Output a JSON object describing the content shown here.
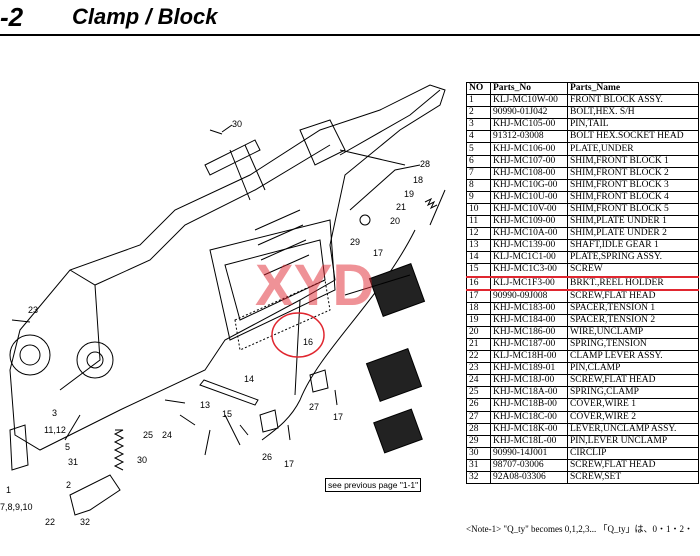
{
  "header": {
    "section_number": "-2",
    "title": "Clamp / Block"
  },
  "diagram": {
    "callouts": [
      "30",
      "28",
      "18",
      "19",
      "20",
      "21",
      "29",
      "17",
      "23",
      "16",
      "14",
      "13",
      "15",
      "3",
      "11,12",
      "5",
      "31",
      "25",
      "24",
      "30",
      "27",
      "17",
      "26",
      "17",
      "1",
      "7,8,9,10",
      "22",
      "32",
      "2"
    ],
    "see_previous_label": "see previous page \"1-1\"",
    "watermark": "XYD"
  },
  "table": {
    "columns": [
      "NO",
      "Parts_No",
      "Parts_Name"
    ],
    "rows": [
      [
        "1",
        "KLJ-MC10W-00",
        "FRONT BLOCK ASSY."
      ],
      [
        "2",
        "90990-01J042",
        "BOLT,HEX. S/H"
      ],
      [
        "3",
        "KHJ-MC105-00",
        "PIN,TAIL"
      ],
      [
        "4",
        "91312-03008",
        "BOLT HEX.SOCKET HEAD"
      ],
      [
        "5",
        "KHJ-MC106-00",
        "PLATE,UNDER"
      ],
      [
        "6",
        "KHJ-MC107-00",
        "SHIM,FRONT BLOCK 1"
      ],
      [
        "7",
        "KHJ-MC108-00",
        "SHIM,FRONT BLOCK 2"
      ],
      [
        "8",
        "KHJ-MC10G-00",
        "SHIM,FRONT BLOCK 3"
      ],
      [
        "9",
        "KHJ-MC10U-00",
        "SHIM,FRONT BLOCK 4"
      ],
      [
        "10",
        "KHJ-MC10V-00",
        "SHIM,FRONT BLOCK 5"
      ],
      [
        "11",
        "KHJ-MC109-00",
        "SHIM,PLATE UNDER 1"
      ],
      [
        "12",
        "KHJ-MC10A-00",
        "SHIM,PLATE UNDER 2"
      ],
      [
        "13",
        "KHJ-MC139-00",
        "SHAFT,IDLE GEAR 1"
      ],
      [
        "14",
        "KLJ-MC1C1-00",
        "PLATE,SPRING ASSY."
      ],
      [
        "15",
        "KHJ-MC1C3-00",
        "SCREW"
      ],
      [
        "16",
        "KLJ-MC1F3-00",
        "BRKT.,REEL HOLDER"
      ],
      [
        "17",
        "90990-09J008",
        "SCREW,FLAT HEAD"
      ],
      [
        "18",
        "KHJ-MC183-00",
        "SPACER,TENSION 1"
      ],
      [
        "19",
        "KHJ-MC184-00",
        "SPACER,TENSION 2"
      ],
      [
        "20",
        "KHJ-MC186-00",
        "WIRE,UNCLAMP"
      ],
      [
        "21",
        "KHJ-MC187-00",
        "SPRING,TENSION"
      ],
      [
        "22",
        "KLJ-MC18H-00",
        "CLAMP LEVER ASSY."
      ],
      [
        "23",
        "KHJ-MC189-01",
        "PIN,CLAMP"
      ],
      [
        "24",
        "KHJ-MC18J-00",
        "SCREW,FLAT HEAD"
      ],
      [
        "25",
        "KHJ-MC18A-00",
        "SPRING,CLAMP"
      ],
      [
        "26",
        "KHJ-MC18B-00",
        "COVER,WIRE 1"
      ],
      [
        "27",
        "KHJ-MC18C-00",
        "COVER,WIRE 2"
      ],
      [
        "28",
        "KHJ-MC18K-00",
        "LEVER,UNCLAMP ASSY."
      ],
      [
        "29",
        "KHJ-MC18L-00",
        "PIN,LEVER UNCLAMP"
      ],
      [
        "30",
        "90990-14J001",
        "CIRCLIP"
      ],
      [
        "31",
        "98707-03006",
        "SCREW,FLAT HEAD"
      ],
      [
        "32",
        "92A08-03306",
        "SCREW,SET"
      ]
    ],
    "highlight_row_index": 15,
    "highlight_color": "#e0262f",
    "marker_color": "#f6e04c"
  },
  "note": "<Note-1> \"Q_ty\" becomes 0,1,2,3...     「Q_ty」は、0・1・2・"
}
